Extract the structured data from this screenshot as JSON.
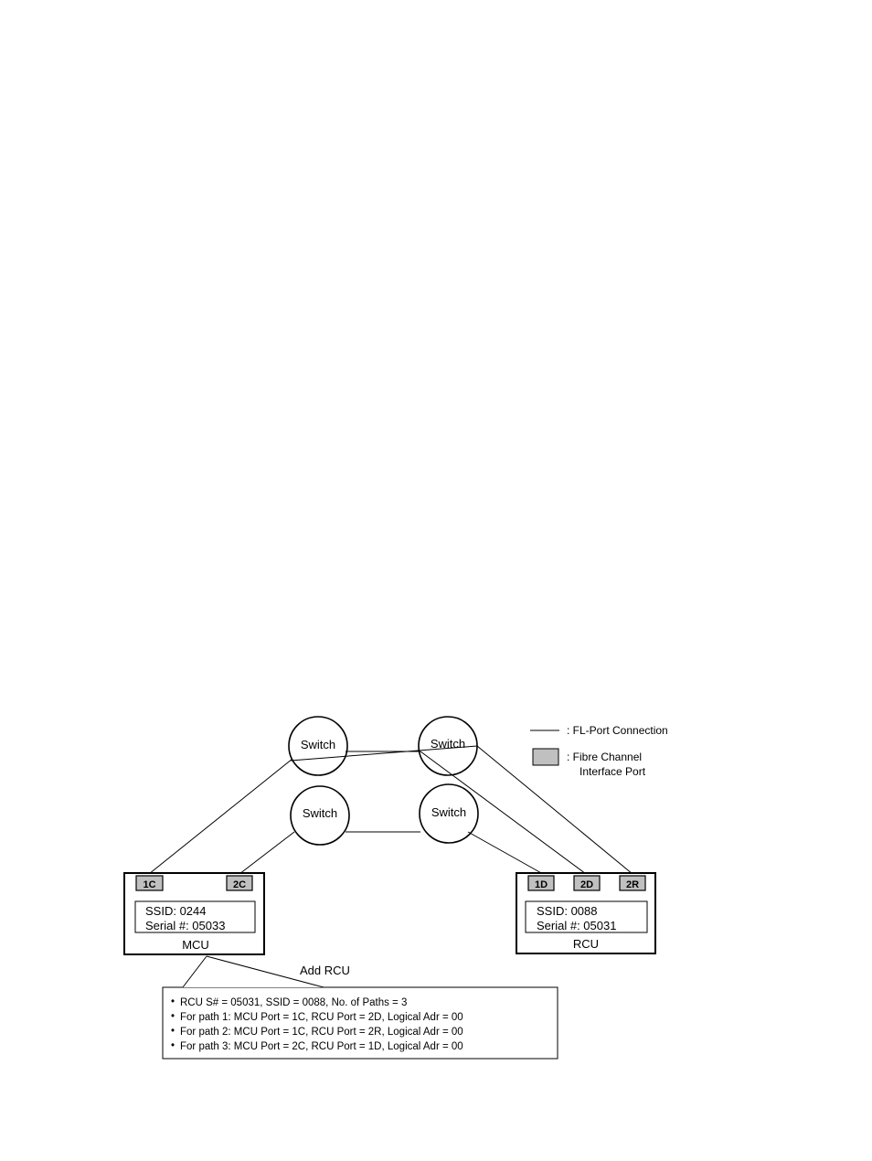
{
  "switches": [
    {
      "id": "sw1",
      "label": "Switch"
    },
    {
      "id": "sw2",
      "label": "Switch"
    },
    {
      "id": "sw3",
      "label": "Switch"
    },
    {
      "id": "sw4",
      "label": "Switch"
    }
  ],
  "mcu": {
    "name": "MCU",
    "ssid": "SSID: 0244",
    "serial": "Serial #: 05033",
    "ports": [
      "1C",
      "2C"
    ]
  },
  "rcu": {
    "name": "RCU",
    "ssid": "SSID: 0088",
    "serial": "Serial #: 05031",
    "ports": [
      "1D",
      "2D",
      "2R"
    ]
  },
  "legend": {
    "connection": ": FL-Port Connection",
    "port_line1": ": Fibre Channel",
    "port_line2": "Interface Port"
  },
  "callout": {
    "title": "Add RCU",
    "bullet": "•",
    "items": [
      "RCU S# = 05031, SSID = 0088, No. of Paths = 3",
      "For path 1: MCU Port = 1C, RCU Port = 2D, Logical Adr = 00",
      "For path 2: MCU Port = 1C, RCU Port = 2R, Logical Adr = 00",
      "For path 3: MCU Port = 2C, RCU Port = 1D, Logical Adr = 00"
    ]
  },
  "colors": {
    "port_fill": "#c0c0c0",
    "line": "#000000"
  }
}
